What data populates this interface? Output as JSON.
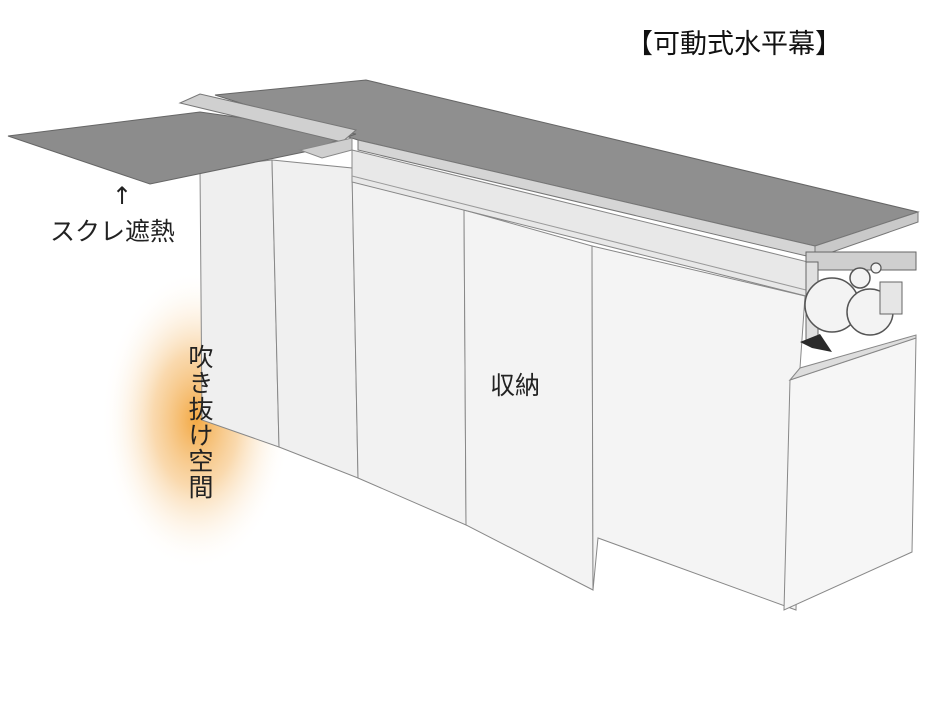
{
  "title": "【可動式水平幕】",
  "labels": {
    "sukure": "スクレ遮熱",
    "arrow": "↑",
    "fukinuke": "吹き抜け空間",
    "shuno": "収納"
  }
}
